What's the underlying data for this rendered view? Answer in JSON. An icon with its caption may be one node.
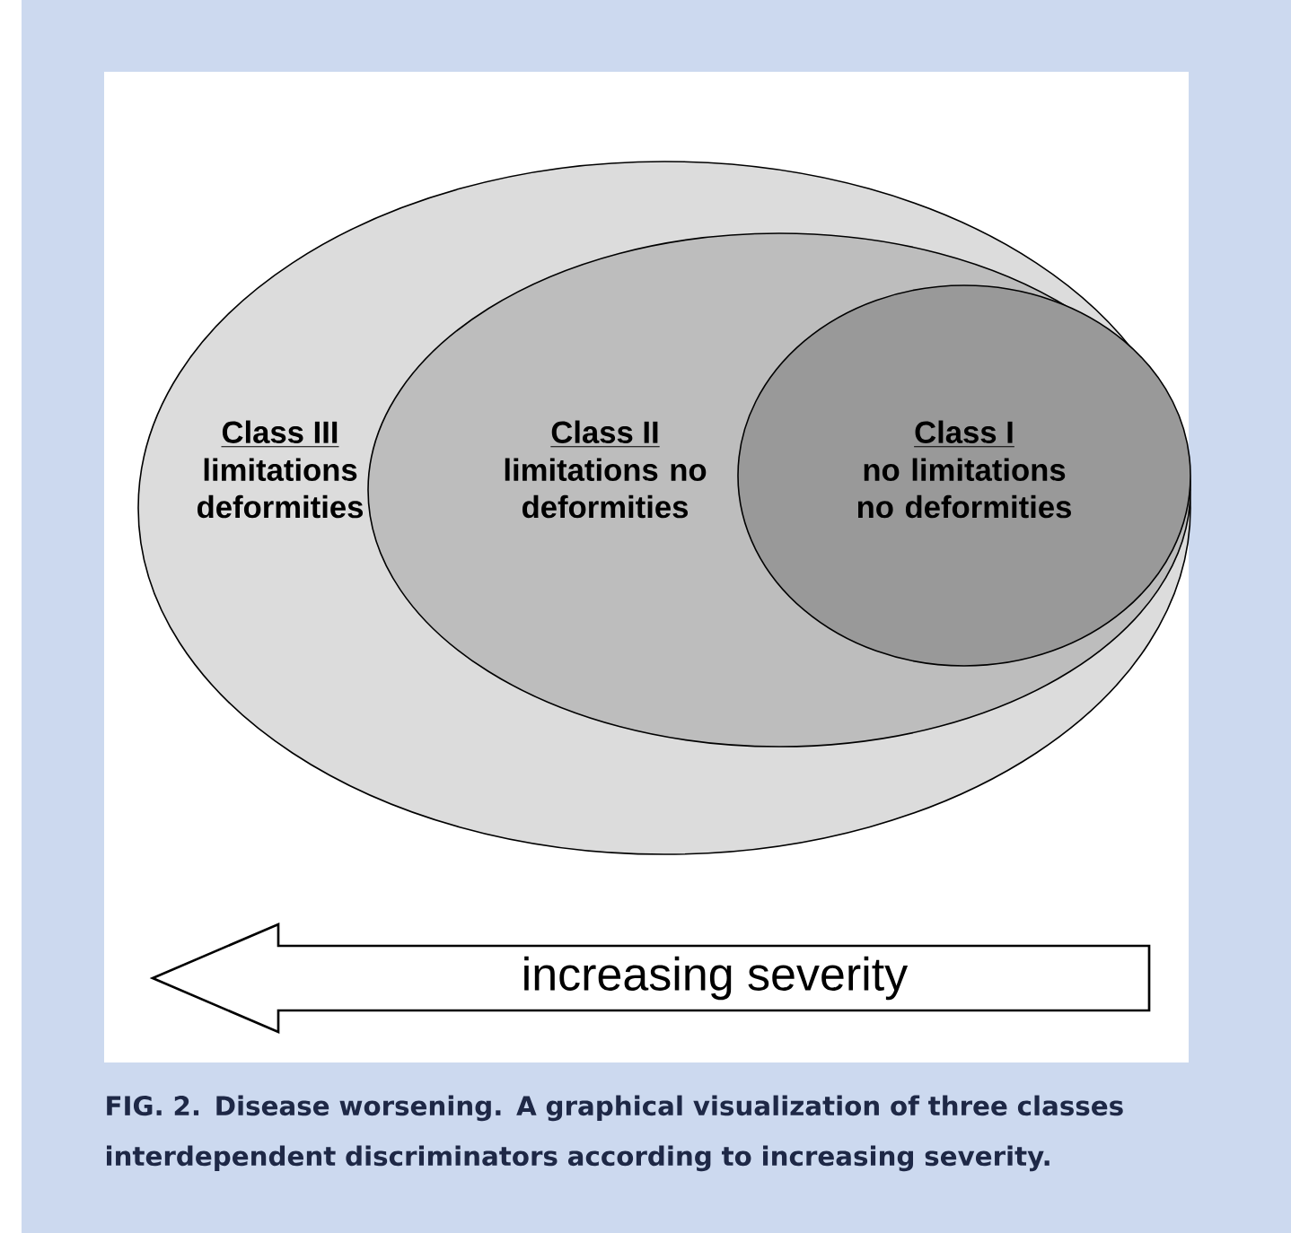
{
  "diagram": {
    "caption": "FIG. 2. Disease worsening. A graphical visualization of three classes interdependent discriminators according to increasing severity.",
    "nodes": [
      {
        "text": [
          "Class III",
          "limitations deformities"
        ]
      },
      {
        "text": [
          "Class II",
          "limitations no deformities"
        ],
        "in": 0
      },
      {
        "text": [
          "Class I",
          "no limitations no deformities"
        ],
        "in": 1
      },
      {
        "text": [
          "increasing severity"
        ]
      }
    ]
  }
}
